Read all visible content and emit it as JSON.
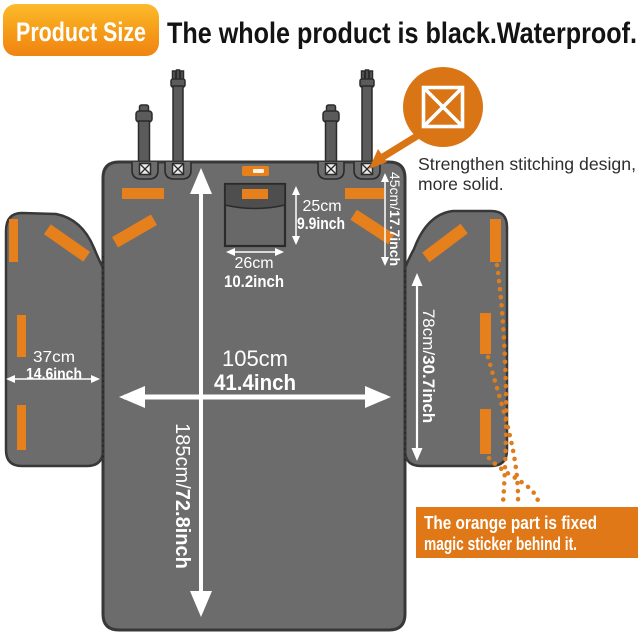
{
  "header": {
    "badge_label": "Product Size",
    "headline": "The whole product is black.Waterproof."
  },
  "stitch_callout": {
    "icon": "square-cross-stitch-icon",
    "line1": "Strengthen stitching design,",
    "line2": "more solid."
  },
  "magic_sticker_note": {
    "line1": "The orange part is fixed",
    "line2": "magic sticker behind it."
  },
  "dimensions": {
    "main_width_cm": "105cm",
    "main_width_inch": "41.4inch",
    "total_length_cm": "185cm/",
    "total_length_inch": "72.8inch",
    "left_flap_width_cm": "37cm",
    "left_flap_width_inch": "14.6inch",
    "right_flap_height_cm": "78cm/",
    "right_flap_height_inch": "30.7inch",
    "headrest_strap_cm": "45cm/",
    "headrest_strap_inch": "17.7inch",
    "pocket_height_cm": "25cm",
    "pocket_height_inch": "9.9inch",
    "pocket_width_cm": "26cm",
    "pocket_width_inch": "10.2inch"
  },
  "colors": {
    "accent_orange": "#E07B1A",
    "badge_gradient_top": "#FCBB2C",
    "badge_gradient_bottom": "#F08413",
    "panel_gray": "#6C6C6C",
    "outline_dark": "#363636",
    "text_black": "#131313",
    "text_white": "#FFFFFF"
  }
}
